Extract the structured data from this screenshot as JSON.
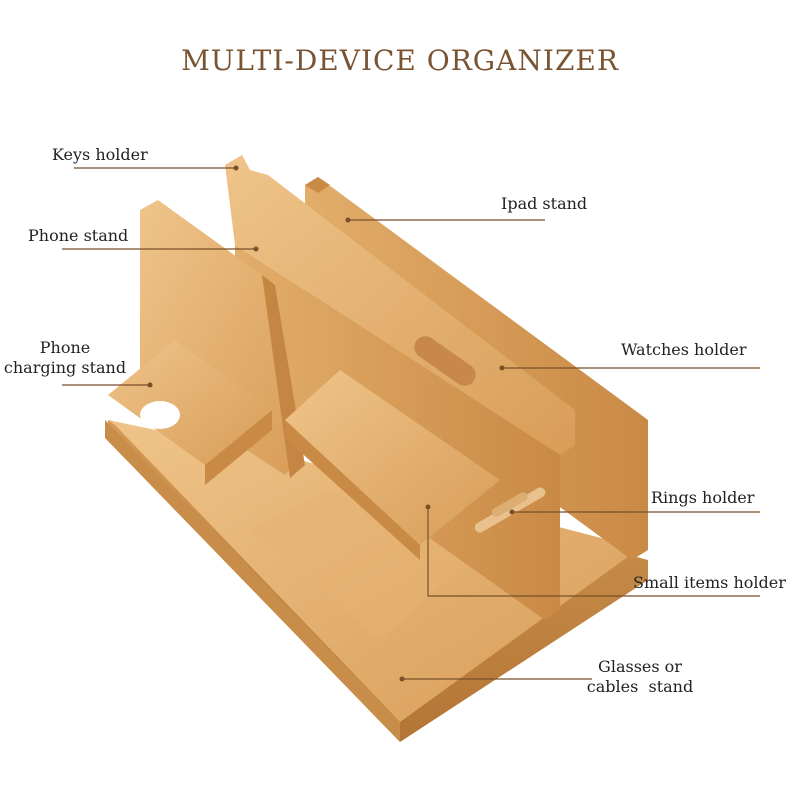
{
  "title": "MULTI-DEVICE ORGANIZER",
  "labels": {
    "keys_holder": "Keys holder",
    "ipad_stand": "Ipad stand",
    "phone_stand": "Phone stand",
    "phone_charging_line1": "Phone",
    "phone_charging_line2": "charging stand",
    "watches_holder": "Watches holder",
    "rings_holder": "Rings holder",
    "small_items_holder": "Small items holder",
    "glasses_line1": "Glasses or",
    "glasses_line2": "cables  stand"
  },
  "colors": {
    "title": "#7a5432",
    "leader_line": "#7a4f2a",
    "wood_light": "#e8b877",
    "wood_mid": "#d9a05c",
    "wood_dark": "#b67a3a"
  }
}
